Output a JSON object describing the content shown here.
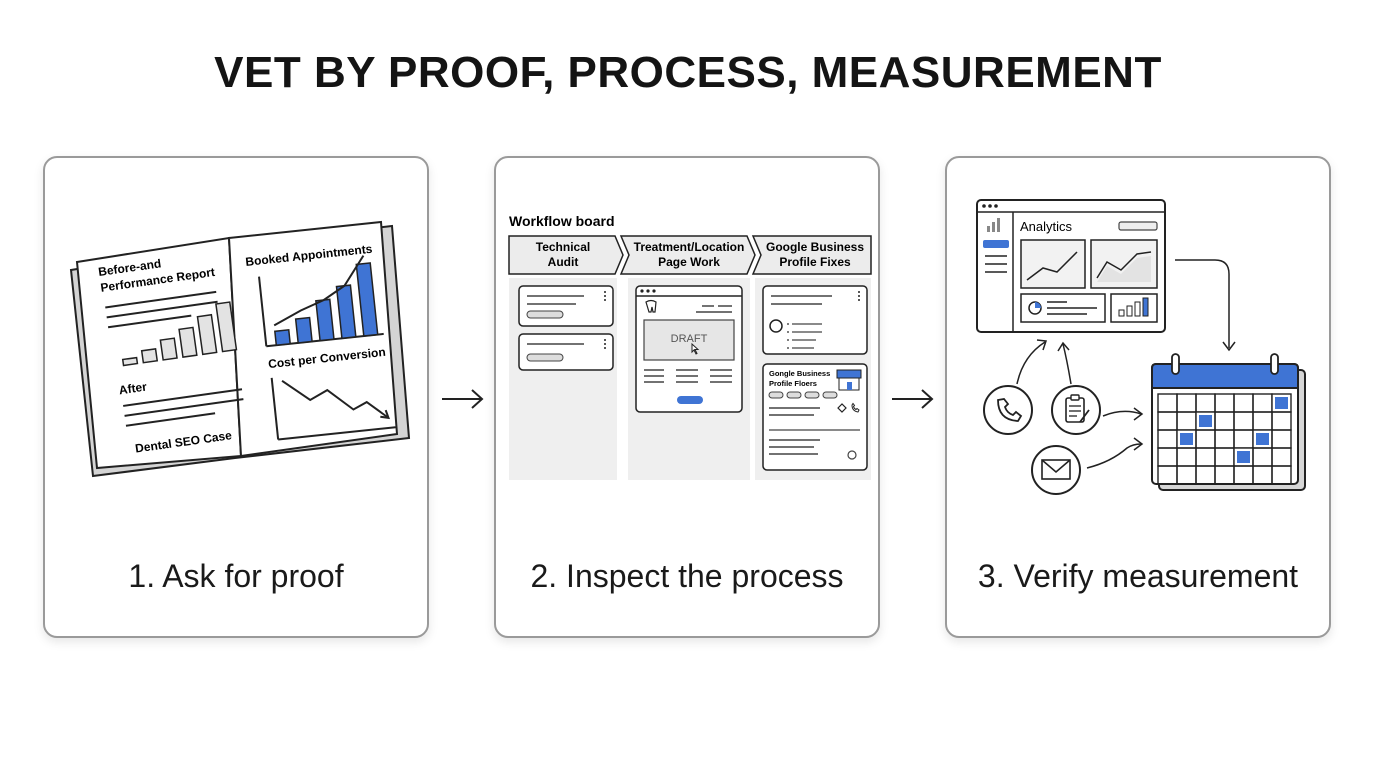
{
  "title": "VET BY PROOF, PROCESS, MEASUREMENT",
  "colors": {
    "accent": "#3f74d4",
    "stroke": "#222222",
    "panel": "#efefef"
  },
  "steps": [
    {
      "label": "1. Ask for proof",
      "report": {
        "heading_line1": "Before-and",
        "heading_line2": "Performance Report",
        "after_label": "After",
        "case_label": "Dental SEO Case",
        "booked_label": "Booked Appointments",
        "cost_label": "Cost per Conversion"
      }
    },
    {
      "label": "2. Inspect the process",
      "board": {
        "title": "Workflow board",
        "columns": [
          {
            "line1": "Technical",
            "line2": "Audit"
          },
          {
            "line1": "Treatment/Location",
            "line2": "Page Work"
          },
          {
            "line1": "Google Business",
            "line2": "Profile Fixes"
          }
        ],
        "draft_label": "DRAFT",
        "gbp_card_line1": "Gongle Business",
        "gbp_card_line2": "Profile Floers"
      }
    },
    {
      "label": "3. Verify measurement",
      "analytics": {
        "title": "Analytics",
        "icons": [
          "phone-icon",
          "clipboard-icon",
          "mail-icon",
          "calendar-icon"
        ]
      }
    }
  ]
}
